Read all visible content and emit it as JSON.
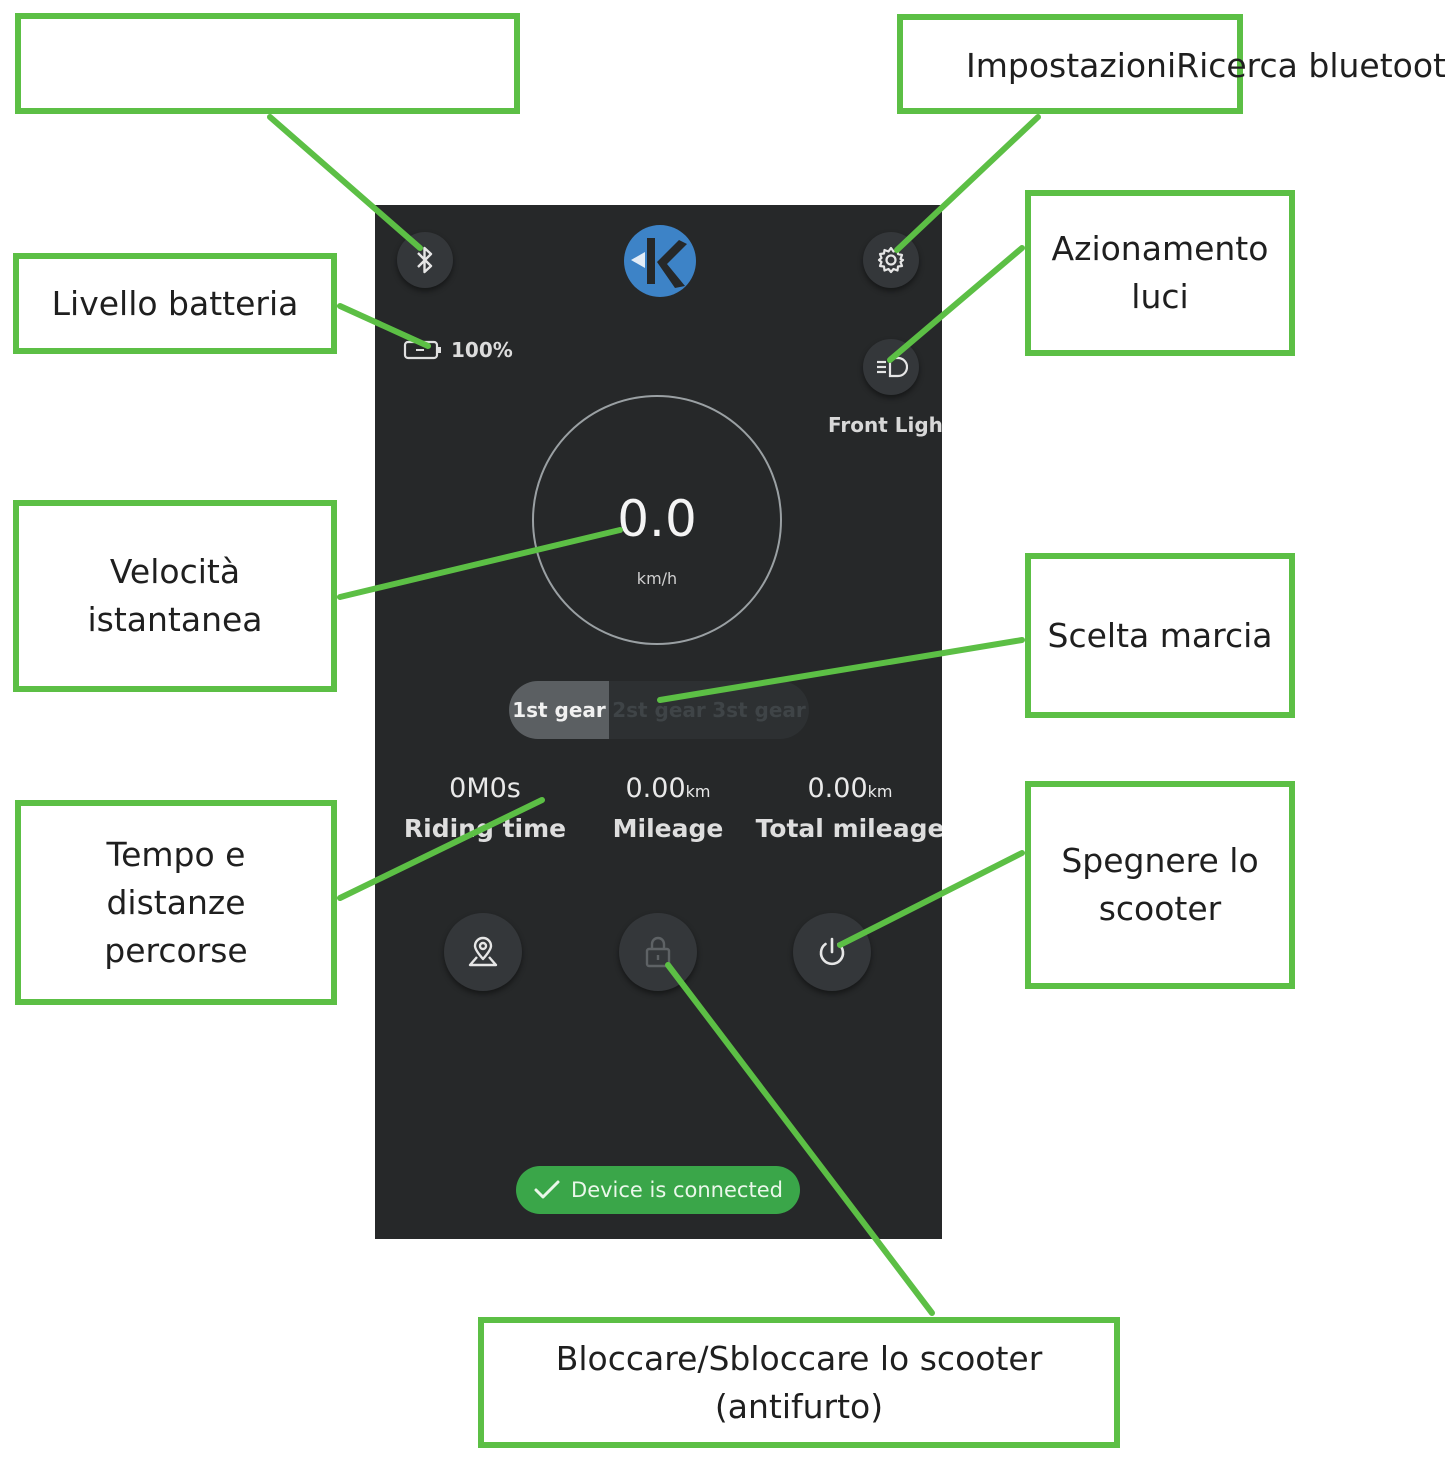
{
  "callouts": {
    "bluetooth": "",
    "settings": "ImpostazioniRicerca bluetooth",
    "battery": "Livello batteria",
    "lights": "Azionamento\nluci",
    "speed": "Velocità\nistantanea",
    "gear": "Scelta marcia",
    "time_distance": "Tempo e\ndistanze\npercorse",
    "power": "Spegnere lo\nscooter",
    "lock": "Bloccare/Sbloccare lo scooter\n(antifurto)"
  },
  "app": {
    "battery_percent": "100%",
    "front_light_label": "Front Light",
    "speed_value": "0.0",
    "speed_unit": "km/h",
    "gears": [
      "1st gear",
      "2st gear",
      "3st gear"
    ],
    "selected_gear": "1st gear",
    "stats": {
      "riding_time": {
        "value": "0M0s",
        "label": "Riding time"
      },
      "mileage": {
        "value": "0.00",
        "unit": "km",
        "label": "Mileage"
      },
      "total_mileage": {
        "value": "0.00",
        "unit": "km",
        "label": "Total mileage"
      }
    },
    "status_badge": "Device is connected"
  },
  "icons": {
    "bluetooth": "bluetooth-icon",
    "settings": "gear-icon",
    "front_light": "headlight-icon",
    "battery": "battery-icon",
    "navigation": "location-icon",
    "lock": "lock-icon",
    "power": "power-icon",
    "status": "check-icon",
    "logo": "k-logo"
  },
  "colors": {
    "callout_green": "#5cbf45",
    "screen_background": "#262829",
    "connected_green": "#3aa649",
    "logo_blue": "#3d83c7"
  }
}
